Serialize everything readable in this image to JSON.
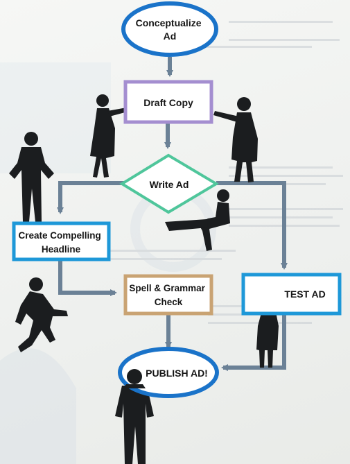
{
  "nodes": {
    "conceptualize": {
      "lines": [
        "Conceptualize",
        "Ad"
      ],
      "stroke": "#1a73c9"
    },
    "draft": {
      "lines": [
        "Draft Copy"
      ],
      "stroke": "#a48ed0"
    },
    "write": {
      "lines": [
        "Write Ad"
      ],
      "stroke": "#4fc69b"
    },
    "headline": {
      "lines": [
        "Create Compelling",
        "Headline"
      ],
      "stroke": "#1e98d8"
    },
    "spell": {
      "lines": [
        "Spell & Grammar",
        "Check"
      ],
      "stroke": "#c9a373"
    },
    "test": {
      "lines": [
        "TEST AD"
      ],
      "stroke": "#1e98d8"
    },
    "publish": {
      "lines": [
        "PUBLISH AD!"
      ],
      "stroke": "#1a73c9"
    }
  },
  "colors": {
    "arrow": "#6b8196",
    "silhouette": "#1b1d1f"
  }
}
